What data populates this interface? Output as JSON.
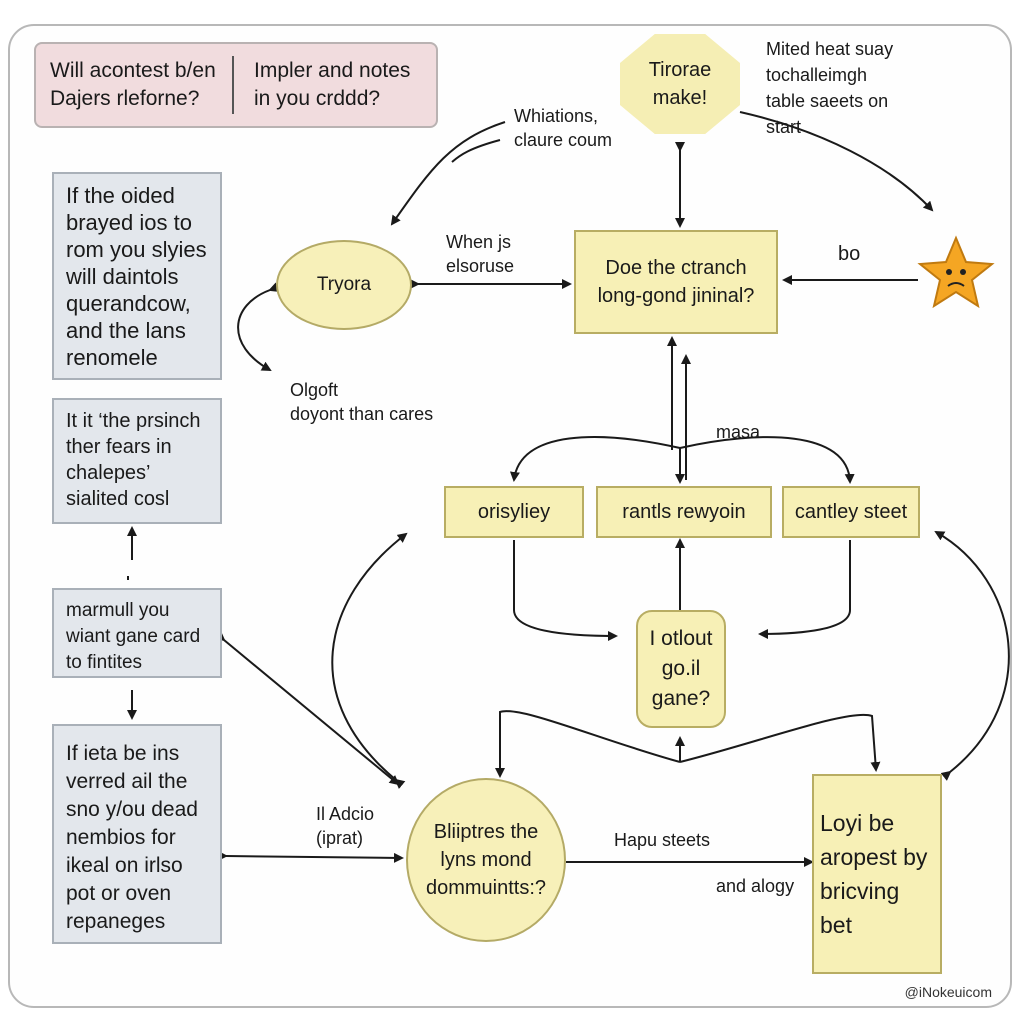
{
  "header_box": {
    "left": "Will acontest b/en\nDajers rleforne?",
    "right": "Impler and notes\nin you crddd?"
  },
  "octagon": {
    "text": "Tirorae\nmake!"
  },
  "top_note": "Mited heat suay\ntochalleimgh\ntable saeets on\nstart",
  "whiations_label": "Whiations,\nclaure coum",
  "when_label": "When js\nelsoruse",
  "bo_label": "bo",
  "left_boxes": [
    "If the oided\nbrayed ios to\nrom you slyies\nwill daintols\nquerandcow,\nand the lans\nrenomele",
    "It it ‘the prsinch\nther fears in\nchalepes’\nsialited cosl",
    "marmull you\nwiant gane card\nto fintites",
    "If ieta be ins\nverred ail the\nsno y/ou dead\nnembios for\nikeal on irlso\npot or oven\nrepaneges"
  ],
  "tryora": "Tryora",
  "olgoft_label": "Olgoft\ndoyont than cares",
  "center_box": "Doe the ctranch\nlong-gond jininal?",
  "masa_label": "masa",
  "mid_boxes": [
    "orisyliey",
    "rantls rewyoin",
    "cantley steet"
  ],
  "game_box": "I otlout\ngo.il\ngane?",
  "big_circle": "Bliiptres the\nlyns mond\ndommuintts:?",
  "adcio_label": "Il Adcio\n(iprat)",
  "hapu_label": "Hapu steets",
  "alogy_label": "and alogy",
  "right_box": "Loyi be\naropest by\nbricving\nbet",
  "watermark": "@iNokeuicom",
  "colors": {
    "yellow_fill": "#f7f0b6",
    "grey_fill": "#e3e7ec",
    "pink_fill": "#f1dcde",
    "star": "#f5a623"
  },
  "icons": {
    "star": "sad-star-icon"
  }
}
